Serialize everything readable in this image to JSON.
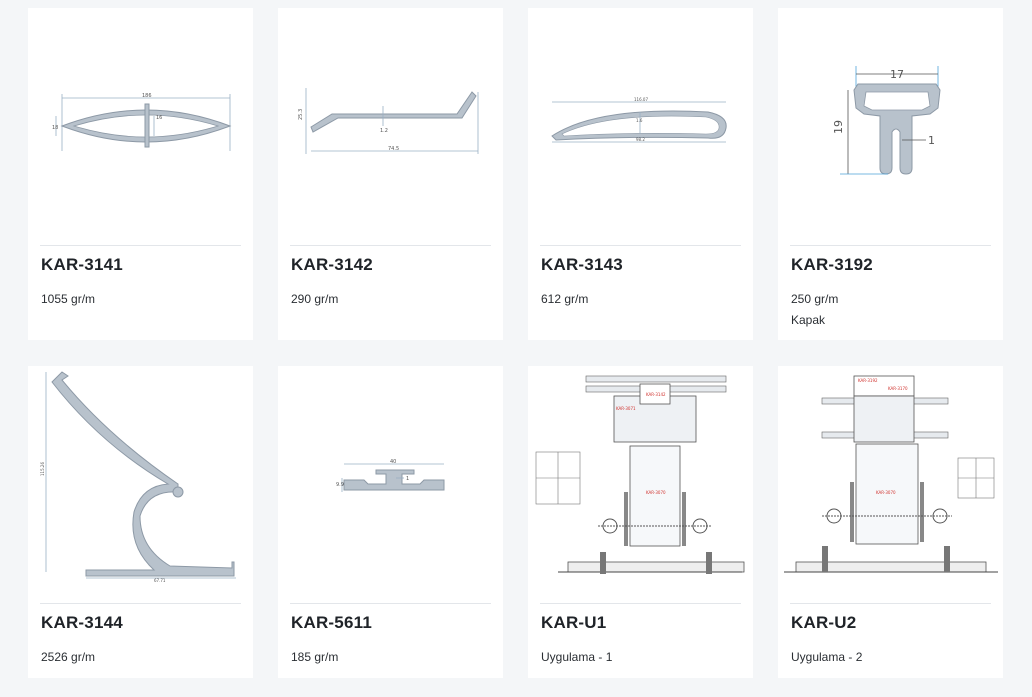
{
  "products": [
    {
      "code": "KAR-3141",
      "weight": "1055 gr/m",
      "note": "",
      "drawing": {
        "labels": [
          "186",
          "16",
          "18"
        ]
      }
    },
    {
      "code": "KAR-3142",
      "weight": "290 gr/m",
      "note": "",
      "drawing": {
        "labels": [
          "25.3",
          "1.2",
          "74.5"
        ]
      }
    },
    {
      "code": "KAR-3143",
      "weight": "612 gr/m",
      "note": "",
      "drawing": {
        "labels": [
          "116.07",
          "1.6",
          "98.2"
        ]
      }
    },
    {
      "code": "KAR-3192",
      "weight": "250 gr/m",
      "note": "Kapak",
      "drawing": {
        "labels": [
          "17",
          "19",
          "1"
        ]
      }
    },
    {
      "code": "KAR-3144",
      "weight": "2526 gr/m",
      "note": "",
      "drawing": {
        "labels": [
          "115.26",
          "67.71"
        ]
      }
    },
    {
      "code": "KAR-5611",
      "weight": "185 gr/m",
      "note": "",
      "drawing": {
        "labels": [
          "40",
          "9.9",
          "1"
        ]
      }
    },
    {
      "code": "KAR-U1",
      "weight": "Uygulama - 1",
      "note": "",
      "drawing": {
        "labels": [
          "KAR-3142",
          "KAR-3071",
          "KAR-3070"
        ]
      }
    },
    {
      "code": "KAR-U2",
      "weight": "Uygulama - 2",
      "note": "",
      "drawing": {
        "labels": [
          "KAR-3192",
          "KAR-3170",
          "KAR-3070"
        ]
      }
    }
  ],
  "colors": {
    "background": "#f4f6f8",
    "card": "#ffffff",
    "profile": "#b8c2cc",
    "dimension": "#9ab0c4",
    "title": "#1f2328",
    "annotation_red": "#d0312d"
  }
}
